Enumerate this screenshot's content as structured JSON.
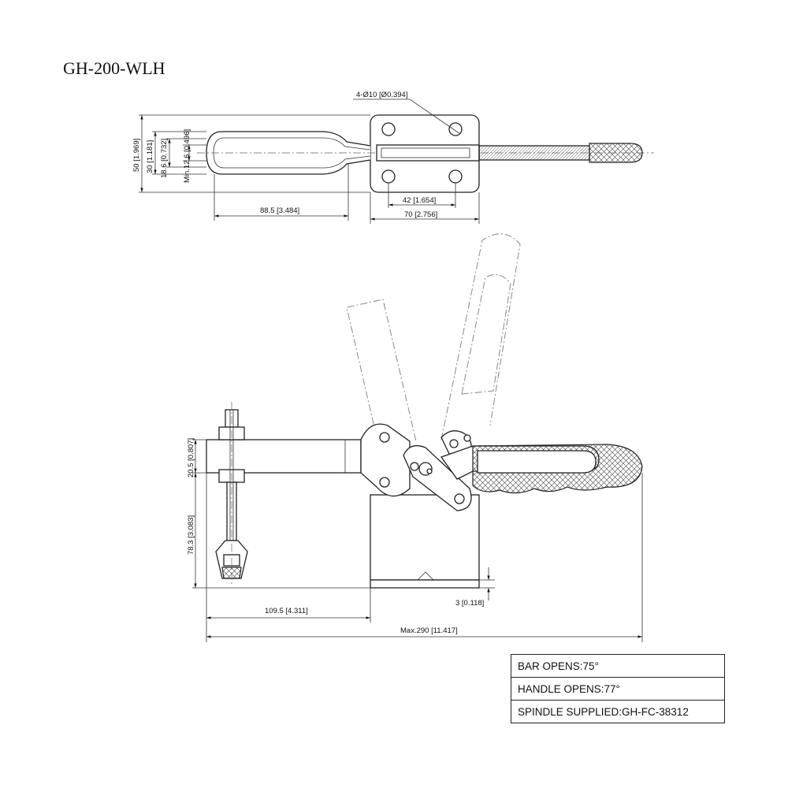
{
  "title": "GH-200-WLH",
  "dimensions": {
    "hole_callout": "4-Ø10 [Ø0.394]",
    "top_width_50": "50 [1.969]",
    "top_width_30": "30 [1.181]",
    "top_width_18_6": "18.6 [0.732]",
    "top_min_12_6": "Min.12.6 [0.496]",
    "top_handle_length": "88.5 [3.484]",
    "top_hole_spacing": "42 [1.654]",
    "top_base_length": "70 [2.756]",
    "side_arm_height": "20.5 [0.807]",
    "side_spindle_height": "78.3 [3.083]",
    "side_reach": "109.5 [4.311]",
    "side_base_thickness": "3 [0.118]",
    "side_max_length": "Max.290 [11.417]"
  },
  "specs": [
    "BAR OPENS:75°",
    "HANDLE OPENS:77°",
    "SPINDLE SUPPLIED:GH-FC-38312"
  ]
}
